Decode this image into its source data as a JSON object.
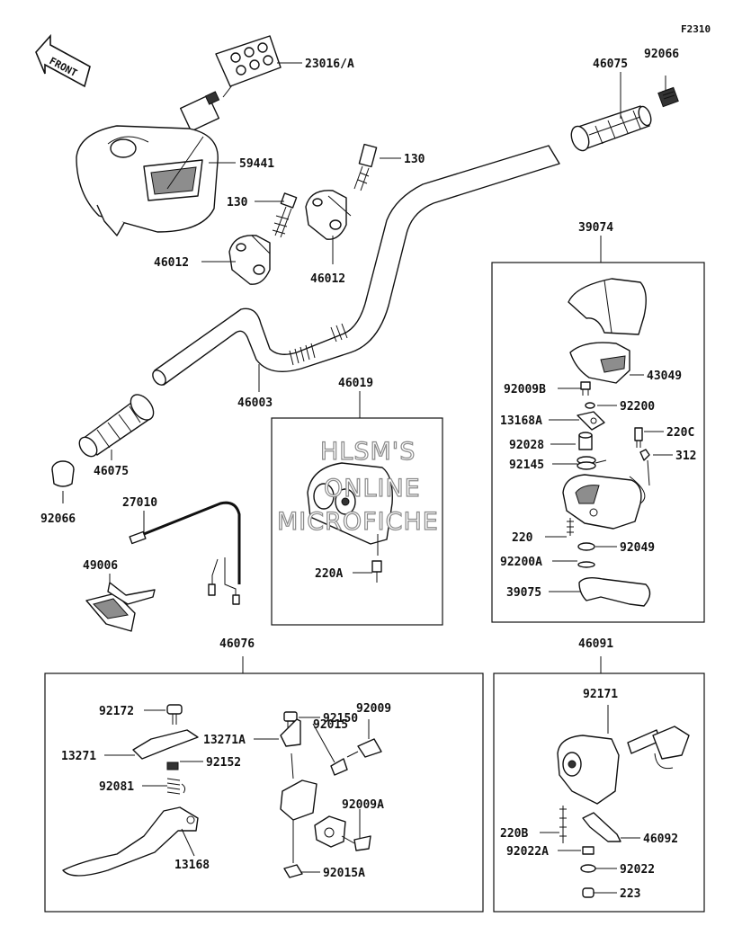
{
  "figure_code": "F2310",
  "front_label": "FRONT",
  "watermark": [
    "HLSM'S",
    "ONLINE",
    "MICROFICHE"
  ],
  "parts": {
    "p23016A": "23016/A",
    "p59441": "59441",
    "p130a": "130",
    "p130b": "130",
    "p46012a": "46012",
    "p46012b": "46012",
    "p46003": "46003",
    "p46075a": "46075",
    "p46075b": "46075",
    "p92066a": "92066",
    "p92066b": "92066",
    "p27010": "27010",
    "p49006": "49006",
    "p46019": "46019",
    "p220A": "220A",
    "p39074": "39074",
    "p43049": "43049",
    "p92009B": "92009B",
    "p92200": "92200",
    "p13168A": "13168A",
    "p220C": "220C",
    "p92028": "92028",
    "p312": "312",
    "p92145": "92145",
    "p220": "220",
    "p92049": "92049",
    "p92200A": "92200A",
    "p39075": "39075",
    "p46076": "46076",
    "p92172": "92172",
    "p92150": "92150",
    "p92009": "92009",
    "p92015": "92015",
    "p13271": "13271",
    "p13271A": "13271A",
    "p92152": "92152",
    "p92081": "92081",
    "p92009A": "92009A",
    "p13168": "13168",
    "p92015A": "92015A",
    "p46091": "46091",
    "p92171": "92171",
    "p220B": "220B",
    "p46092": "46092",
    "p92022A": "92022A",
    "p92022": "92022",
    "p223": "223"
  }
}
